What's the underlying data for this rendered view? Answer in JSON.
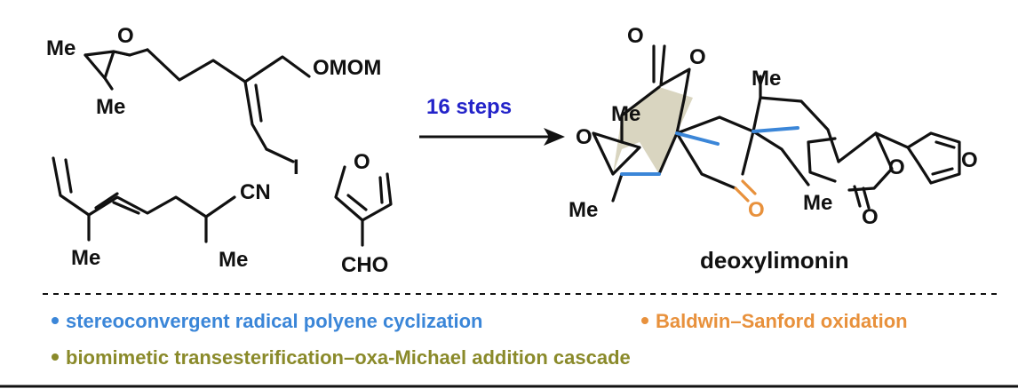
{
  "reaction": {
    "steps_label": "16 steps",
    "steps_color": "#2323c9",
    "product_name": "deoxylimonin"
  },
  "atoms": {
    "me": "Me",
    "o": "O",
    "omom": "OMOM",
    "i": "I",
    "cn": "CN",
    "cho": "CHO"
  },
  "captions": [
    {
      "text": "stereoconvergent radical polyene cyclization",
      "color": "#3b86d8"
    },
    {
      "text": "Baldwin–Sanford oxidation",
      "color": "#e8913c"
    },
    {
      "text": "biomimetic transesterification–oxa-Michael addition cascade",
      "color": "#8a8a2a"
    }
  ],
  "colors": {
    "ring_fill": "#d9d5c0",
    "blue_bond": "#3b86d8",
    "orange_ketone": "#e8913c"
  }
}
